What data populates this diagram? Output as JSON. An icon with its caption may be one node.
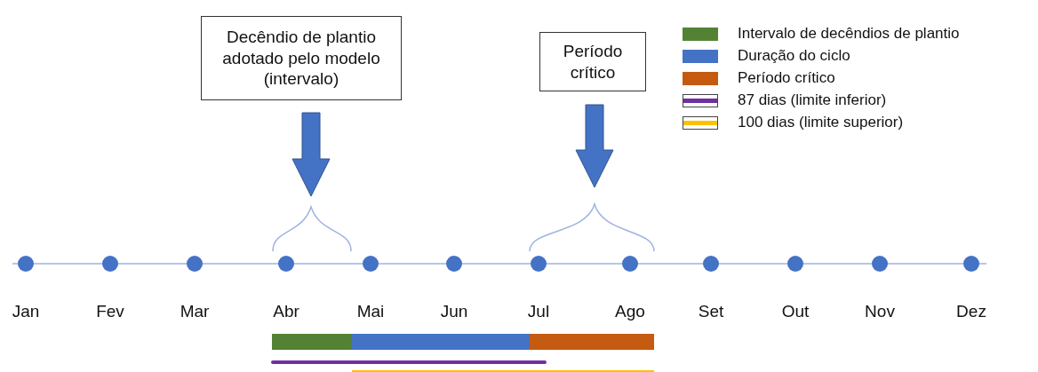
{
  "diagram": {
    "nodes": [
      {
        "text": [
          "Decêndio de plantio adotado pelo modelo (intervalo)"
        ]
      },
      {
        "text": [
          "Período crítico"
        ]
      }
    ],
    "edges": [
      {
        "from": 0,
        "to": null,
        "arrow": "to"
      },
      {
        "from": 1,
        "to": null,
        "arrow": "to"
      }
    ],
    "labels": [
      "Jan",
      "Fev",
      "Mar",
      "Abr",
      "Mai",
      "Jun",
      "Jul",
      "Ago",
      "Set",
      "Out",
      "Nov",
      "Dez"
    ],
    "legend": [
      {
        "text": "Intervalo de decêndios de plantio",
        "color": "#548235"
      },
      {
        "text": "Duração do ciclo",
        "color": "#4472c4"
      },
      {
        "text": "Período crítico",
        "color": "#c55a11"
      },
      {
        "text": "87 dias (limite inferior)"
      },
      {
        "text": "100 dias (limite superior)"
      }
    ]
  }
}
